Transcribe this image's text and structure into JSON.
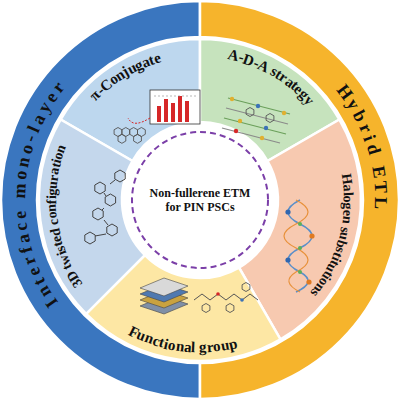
{
  "diagram": {
    "nodes": [
      {
        "text": [
          "Interface mono-layer"
        ]
      },
      {
        "text": [
          "Hybrid ETL"
        ]
      },
      {
        "text": [
          "π-Conjugate"
        ]
      },
      {
        "text": [
          "A-D-A strategy"
        ]
      },
      {
        "text": [
          "Halogen substitutions"
        ]
      },
      {
        "text": [
          "Functional group"
        ]
      },
      {
        "text": [
          "3D twisted configuration"
        ]
      },
      {
        "text": [
          "Non-fullerene ETM for PIN PSCs"
        ]
      }
    ]
  }
}
